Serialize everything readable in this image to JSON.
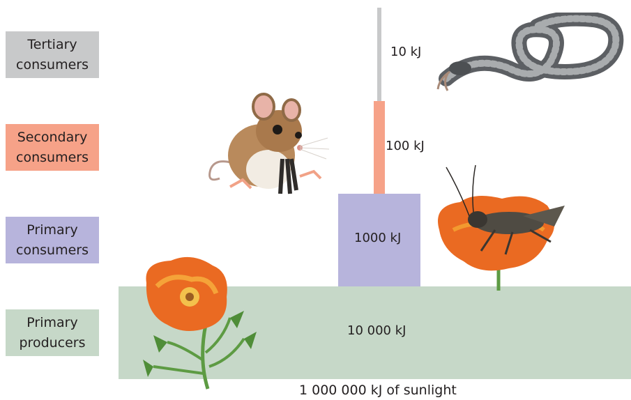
{
  "levels": [
    {
      "label": "Tertiary\nconsumers",
      "energy": "10 kJ",
      "color": "#c8c9ca"
    },
    {
      "label": "Secondary\nconsumers",
      "energy": "100 kJ",
      "color": "#f6a288"
    },
    {
      "label": "Primary\nconsumers",
      "energy": "1000 kJ",
      "color": "#b7b4dc"
    },
    {
      "label": "Primary\nproducers",
      "energy": "10 000 kJ",
      "color": "#c6d8c8"
    }
  ],
  "sunlight": "1 000 000 kJ of sunlight",
  "illustrations": [
    "snake-icon",
    "mouse-icon",
    "cricket-on-flower-icon",
    "poppy-flower-icon"
  ]
}
